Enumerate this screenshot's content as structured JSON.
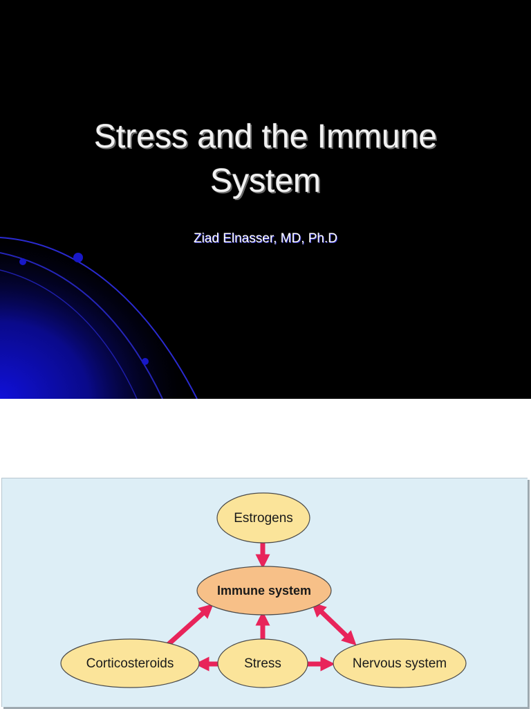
{
  "slide1": {
    "title_line1": "Stress and the Immune",
    "title_line2": "System",
    "author": "Ziad Elnasser, MD, Ph.D",
    "colors": {
      "background": "#000000",
      "accent": "#1a1ad6"
    }
  },
  "slide2": {
    "nodes": {
      "estrogens": "Estrogens",
      "immune": "Immune system",
      "corticosteroids": "Corticosteroids",
      "stress": "Stress",
      "nervous": "Nervous system"
    },
    "colors": {
      "panel": "#ddeef6",
      "node_fill": "#fbe49a",
      "immune_fill": "#f7c088",
      "arrow": "#e8245a"
    }
  }
}
